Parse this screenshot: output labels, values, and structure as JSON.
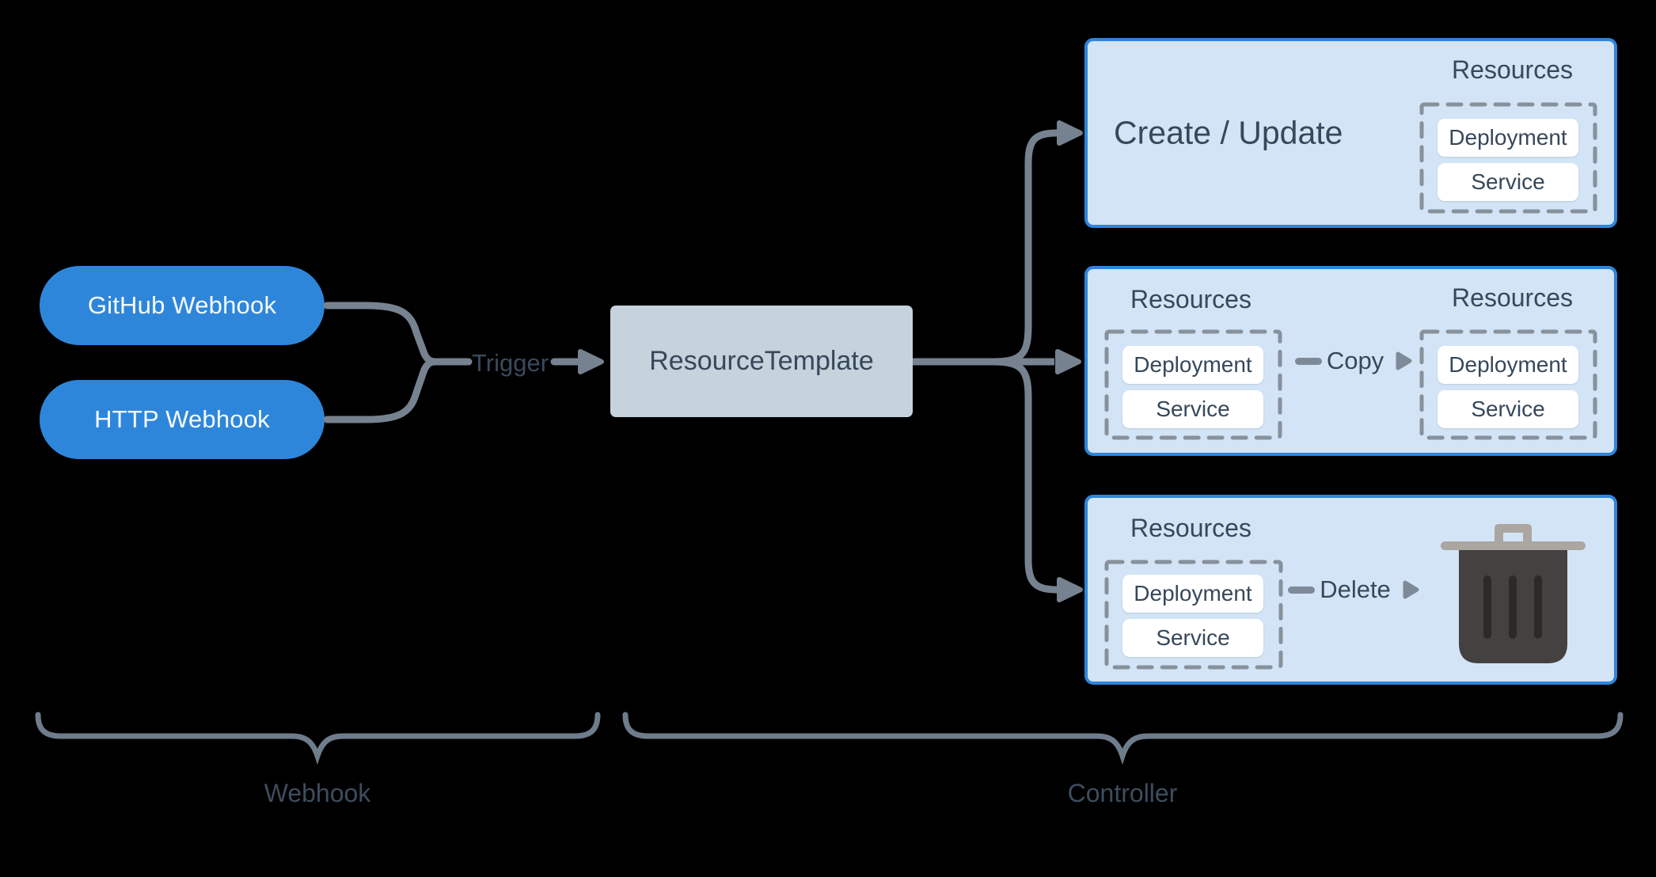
{
  "pills": [
    {
      "label": "GitHub Webhook"
    },
    {
      "label": "HTTP Webhook"
    }
  ],
  "trigger_label": "Trigger",
  "resource_template_label": "ResourceTemplate",
  "panels": {
    "create_update": {
      "resources_title": "Resources",
      "action": "Create / Update",
      "items": [
        "Deployment",
        "Service"
      ]
    },
    "copy": {
      "source_title": "Resources",
      "target_title": "Resources",
      "action": "Copy",
      "source_items": [
        "Deployment",
        "Service"
      ],
      "target_items": [
        "Deployment",
        "Service"
      ]
    },
    "delete": {
      "resources_title": "Resources",
      "action": "Delete",
      "items": [
        "Deployment",
        "Service"
      ]
    }
  },
  "braces": {
    "webhook": "Webhook",
    "controller": "Controller"
  },
  "colors": {
    "accent_blue": "#2e86da",
    "panel_fill": "#d3e4f7",
    "node_fill": "#c6d2dc",
    "connector_gray": "#76828f",
    "dashed_border": "#87919b",
    "text_dark": "#36485a",
    "pill_text": "#ffffff",
    "trash_lid": "#aca6a1",
    "trash_body": "#444140",
    "background": "#000000"
  }
}
